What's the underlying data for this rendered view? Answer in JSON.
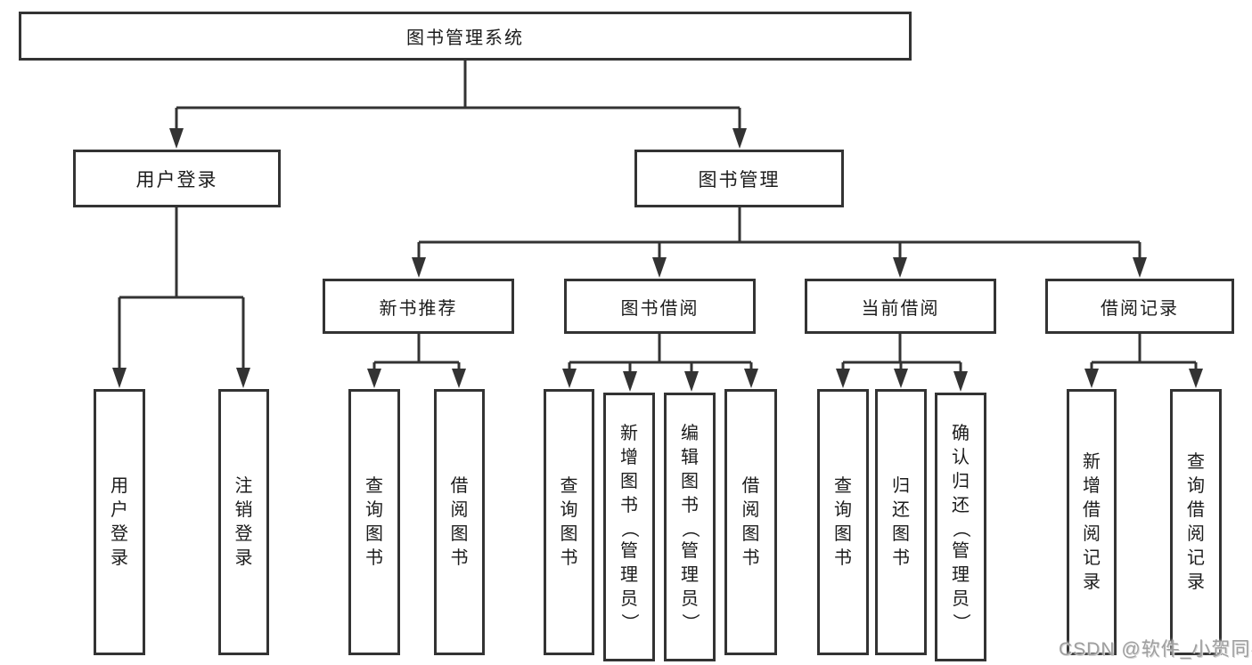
{
  "diagram": {
    "root": {
      "label": "图书管理系统"
    },
    "branches": [
      {
        "label": "用户登录",
        "children": [
          {
            "label": "用户登录"
          },
          {
            "label": "注销登录"
          }
        ]
      },
      {
        "label": "图书管理",
        "children": [
          {
            "label": "新书推荐",
            "children": [
              {
                "label": "查询图书"
              },
              {
                "label": "借阅图书"
              }
            ]
          },
          {
            "label": "图书借阅",
            "children": [
              {
                "label": "查询图书"
              },
              {
                "label": "新增图书（管理员）"
              },
              {
                "label": "编辑图书（管理员）"
              },
              {
                "label": "借阅图书"
              }
            ]
          },
          {
            "label": "当前借阅",
            "children": [
              {
                "label": "查询图书"
              },
              {
                "label": "归还图书"
              },
              {
                "label": "确认归还（管理员）"
              }
            ]
          },
          {
            "label": "借阅记录",
            "children": [
              {
                "label": "新增借阅记录"
              },
              {
                "label": "查询借阅记录"
              }
            ]
          }
        ]
      }
    ]
  },
  "watermark": {
    "text": "CSDN @软件_小贺同学"
  },
  "colors": {
    "line": "#333333",
    "box_bg": "#ffffff",
    "text": "#1c1c1c",
    "watermark": "#9e9e9e"
  }
}
